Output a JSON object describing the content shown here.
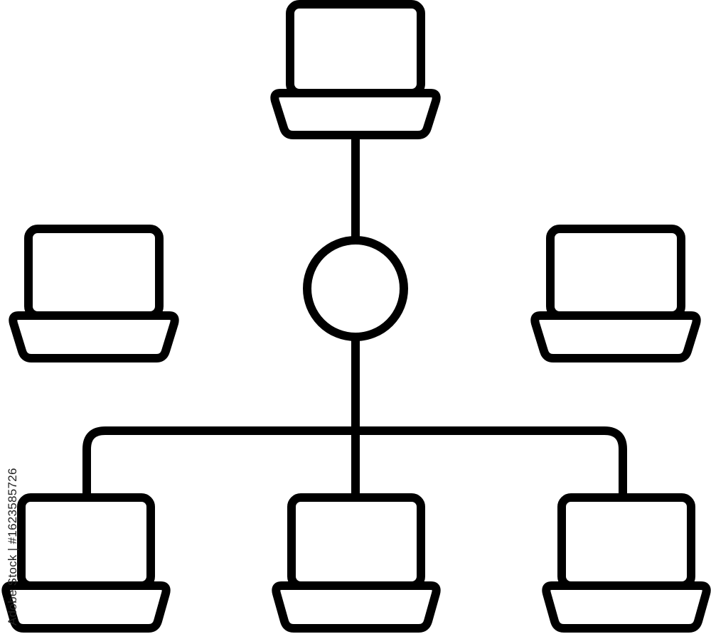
{
  "diagram": {
    "type": "network-topology",
    "colors": {
      "stroke": "#000000",
      "background": "#ffffff"
    },
    "hub": {
      "icon": "hub-circle-icon"
    },
    "nodes": [
      {
        "id": "top-laptop",
        "icon": "laptop-icon"
      },
      {
        "id": "left-laptop",
        "icon": "laptop-icon"
      },
      {
        "id": "right-laptop",
        "icon": "laptop-icon"
      },
      {
        "id": "bottom-left-laptop",
        "icon": "laptop-icon"
      },
      {
        "id": "bottom-center-laptop",
        "icon": "laptop-icon"
      },
      {
        "id": "bottom-right-laptop",
        "icon": "laptop-icon"
      }
    ]
  },
  "watermark": {
    "text": "Adobe Stock | #1623585726"
  }
}
